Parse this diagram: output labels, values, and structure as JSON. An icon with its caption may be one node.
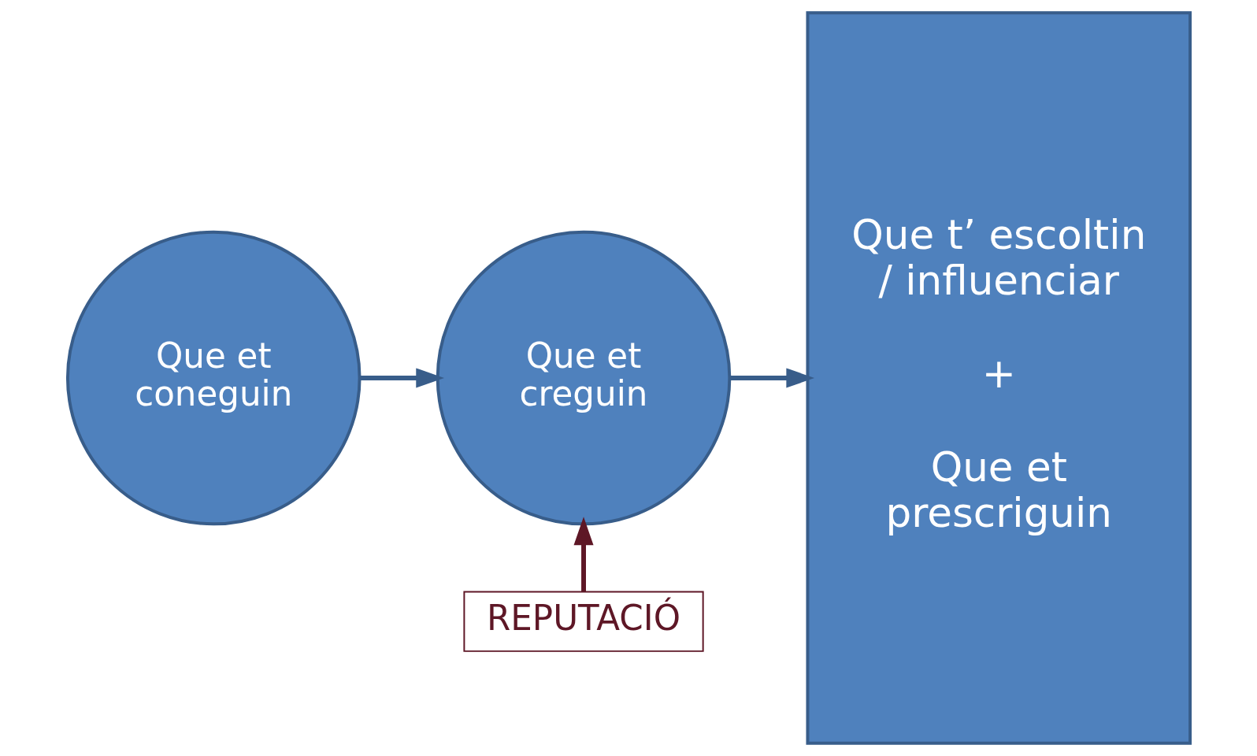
{
  "diagram": {
    "nodes": [
      {
        "text": [
          "Que et coneguin"
        ]
      },
      {
        "text": [
          "Que et creguin"
        ]
      },
      {
        "text": [
          "Que t’ escoltin / influenciar",
          "+",
          "Que et prescriguin"
        ]
      },
      {
        "text": [
          "REPUTACIÓ"
        ]
      }
    ],
    "edges": [
      {
        "from": 0,
        "to": 1,
        "arrow": "to"
      },
      {
        "from": 1,
        "to": 2,
        "arrow": "to"
      },
      {
        "from": 3,
        "to": 1,
        "arrow": "to",
        "color": "#5e1726"
      }
    ]
  }
}
